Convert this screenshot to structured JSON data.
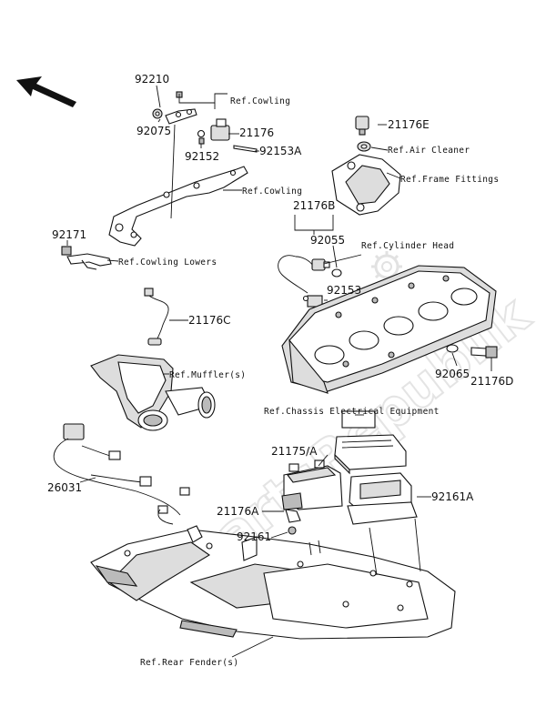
{
  "watermark": "PartsRepublik",
  "parts": {
    "p92210": "92210",
    "p92075": "92075",
    "p21176": "21176",
    "p92152": "92152",
    "p92153A": "92153A",
    "p21176E": "21176E",
    "p92171": "92171",
    "p21176B": "21176B",
    "p92055": "92055",
    "p92153": "92153",
    "p21176C": "21176C",
    "p92065": "92065",
    "p21176D": "21176D",
    "p21175A": "21175/A",
    "p92161A": "92161A",
    "p21176A": "21176A",
    "p92161": "92161",
    "p26031": "26031"
  },
  "refs": {
    "cowling1": "Ref.Cowling",
    "cowling2": "Ref.Cowling",
    "air_cleaner": "Ref.Air Cleaner",
    "frame_fittings": "Ref.Frame Fittings",
    "cylinder_head": "Ref.Cylinder Head",
    "cowling_lowers": "Ref.Cowling Lowers",
    "muffler": "Ref.Muffler(s)",
    "chassis_electrical": "Ref.Chassis Electrical Equipment",
    "rear_fender": "Ref.Rear Fender(s)"
  },
  "icons": [
    "front-arrow-icon",
    "gear-icon"
  ]
}
